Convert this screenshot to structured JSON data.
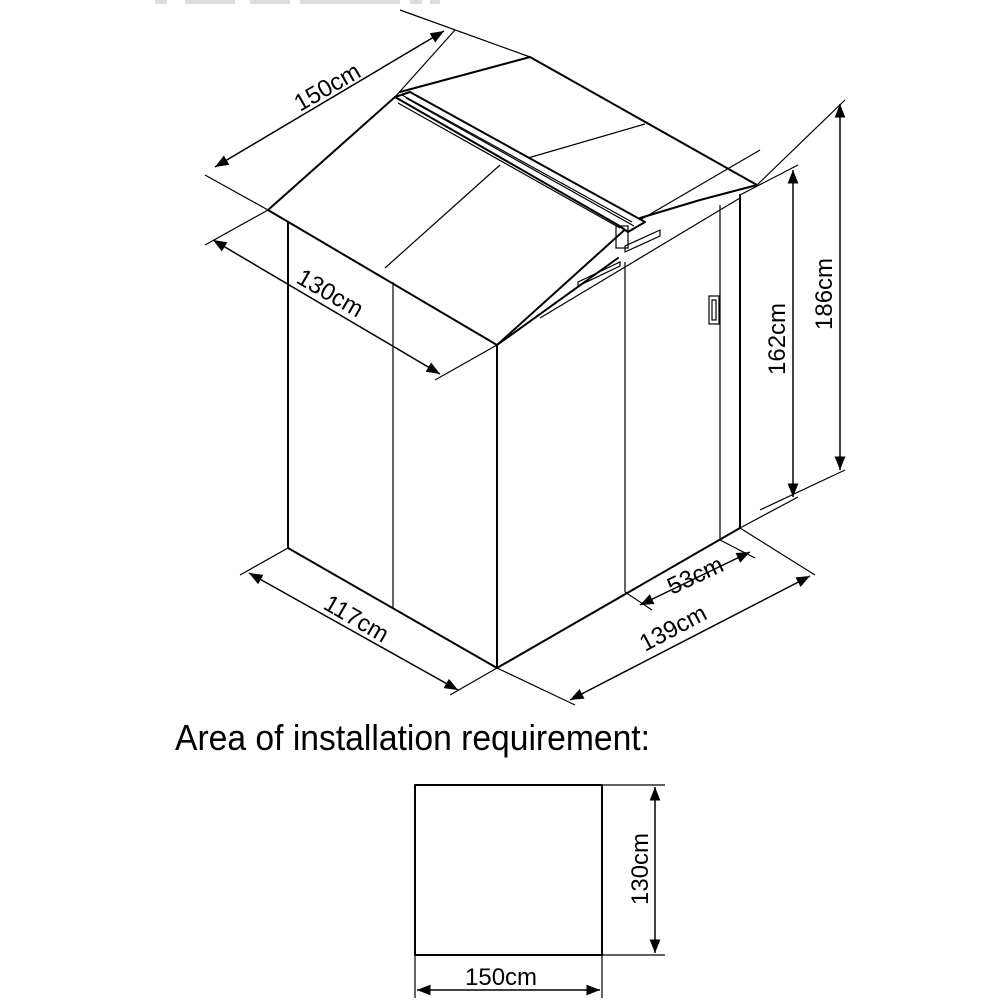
{
  "diagram": {
    "dimensions": {
      "roof_width": "150cm",
      "roof_depth": "130cm",
      "side_length": "117cm",
      "front_width": "139cm",
      "door_width": "53cm",
      "wall_height": "162cm",
      "total_height": "186cm"
    },
    "section_title": "Area of installation requirement:",
    "area": {
      "width": "150cm",
      "depth": "130cm"
    },
    "colors": {
      "line": "#000000",
      "background": "#ffffff"
    }
  }
}
